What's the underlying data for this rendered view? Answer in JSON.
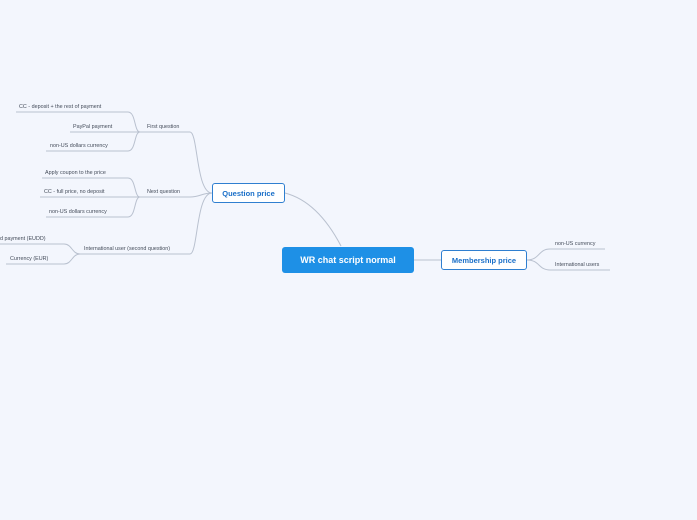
{
  "diagram": {
    "root": "WR chat script normal",
    "branches": {
      "question_price": {
        "label": "Question price",
        "first_question": {
          "label": "First question",
          "items": [
            "CC - deposit + the rest of payment",
            "PayPal payment",
            "non-US dollars currency"
          ]
        },
        "next_question": {
          "label": "Next question",
          "items": [
            "Apply coupon to the price",
            "CC - full price, no deposit",
            "non-US dollars currency"
          ]
        },
        "international_user": {
          "label": "International user (second question)",
          "items": [
            "d payment (EUDD)",
            "Currency (EUR)"
          ]
        }
      },
      "membership_price": {
        "label": "Membership price",
        "items": [
          "non-US currency",
          "International users"
        ]
      }
    },
    "colors": {
      "background": "#f3f6fd",
      "root_fill": "#1e90e6",
      "branch_border": "#2f7fd0",
      "branch_text": "#1a6fc8",
      "connector": "#b9c1cf"
    }
  }
}
